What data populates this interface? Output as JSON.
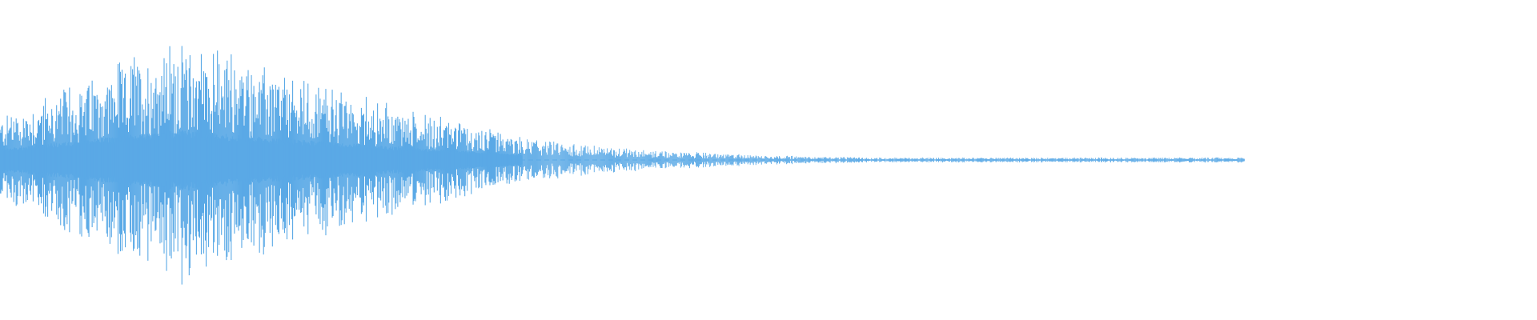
{
  "waveform": {
    "color": "#5aa9e6",
    "background": "#ffffff",
    "sample_count": 1540,
    "signal_fraction": 0.81,
    "peak_level": 1.0,
    "envelope": {
      "attack_end_fraction": 0.12,
      "decay_end_fraction": 0.34,
      "tail_level": 0.02
    }
  }
}
